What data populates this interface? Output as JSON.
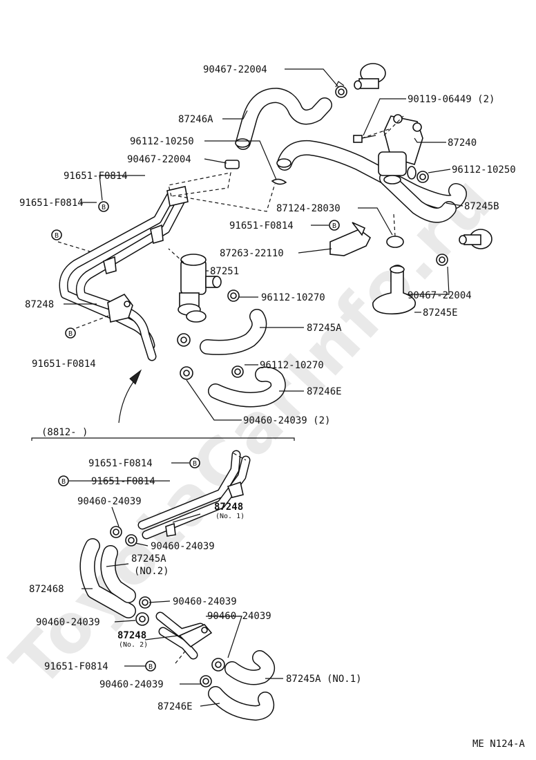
{
  "watermark": "ToyotaCarInfo.ru",
  "bolt_symbol": "B",
  "footer_code": "ME  N124-A",
  "variant_bracket": "(8812-       )",
  "labels": {
    "c90467_a": "90467-22004",
    "c87246A": "87246A",
    "c90119": "90119-06449 (2)",
    "c96112_10250_a": "96112-10250",
    "c87240": "87240",
    "c90467_b": "90467-22004",
    "c96112_10250_b": "96112-10250",
    "c91651_a": "91651-F0814",
    "c87124": "87124-28030",
    "c87245B": "87245B",
    "c91651_b": "91651-F0814",
    "c91651_c": "91651-F0814",
    "c87263": "87263-22110",
    "c87251": "87251",
    "c90467_c": "90467-22004",
    "c87248": "87248",
    "c96112_10270_a": "96112-10270",
    "c87245E": "87245E",
    "c87245A": "87245A",
    "c91651_d": "91651-F0814",
    "c96112_10270_b": "96112-10270",
    "c87246E": "87246E",
    "c90460_2": "90460-24039 (2)",
    "l91651_a": "91651-F0814",
    "l91651_b": "91651-F0814",
    "l90460_a": "90460-24039",
    "l87248_no1": "87248",
    "l87248_no1_sub": "(No. 1)",
    "l90460_b": "90460-24039",
    "l87245A_no2": "87245A",
    "l87245A_no2_sub": "(NO.2)",
    "l872468": "872468",
    "l90460_c": "90460-24039",
    "l90460_d": "90460-24039",
    "l90460_e": "90460-24039",
    "l87248_no2": "87248",
    "l87248_no2_sub": "(No. 2)",
    "l91651_c": "91651-F0814",
    "l87245A_no1": "87245A (NO.1)",
    "l90460_f": "90460-24039",
    "l87246E": "87246E"
  }
}
